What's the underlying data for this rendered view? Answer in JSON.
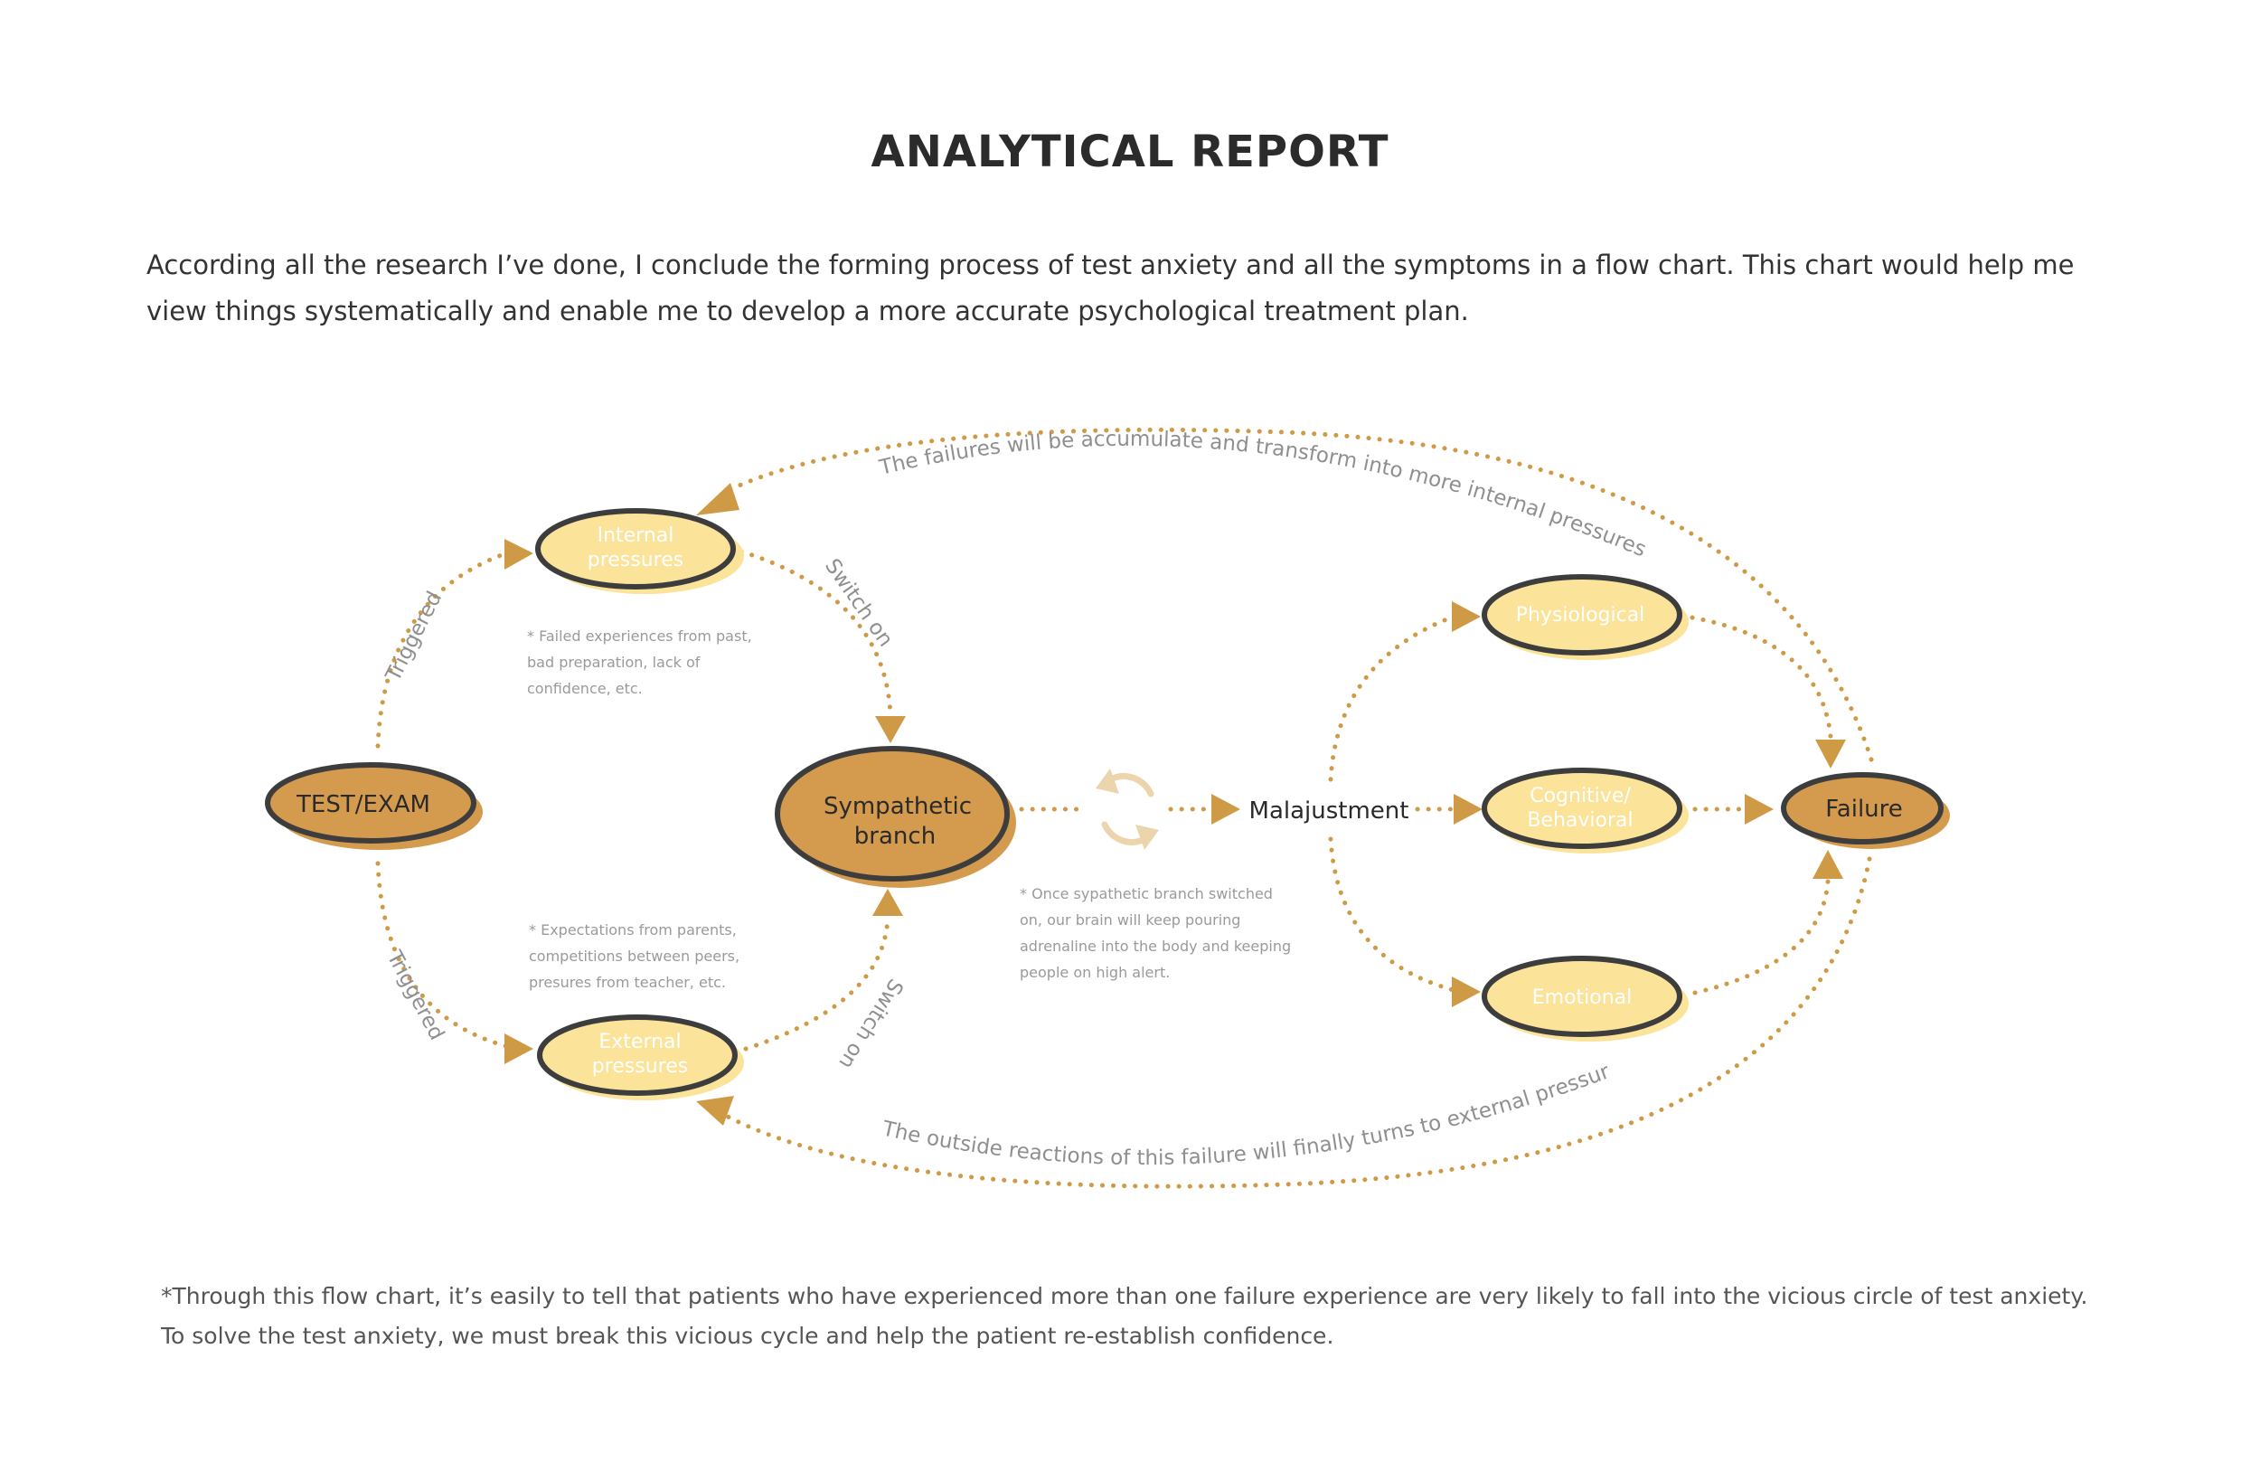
{
  "title": "ANALYTICAL REPORT",
  "intro": "According all the research I’ve done, I conclude the forming process of test anxiety and all the symptoms in a flow chart.  This chart would help me view things systematically and enable me to develop a more accurate psychological treatment plan.",
  "footer": "*Through this flow chart, it’s easily to tell that patients who have experienced more than one failure experience are very likely to fall into the vicious circle of test anxiety. To solve the test anxiety, we must break this vicious cycle and help the patient re-establish confidence.",
  "colors": {
    "dark_fill": "#d49b4f",
    "light_fill": "#fbe39a",
    "outline": "#3d3d3d",
    "dotted_line": "#cf9a45",
    "cycle_icon": "#ecd4ad"
  },
  "nodes": {
    "test_exam": "TEST/EXAM",
    "internal_1": "Internal",
    "internal_2": "pressures",
    "external_1": "External",
    "external_2": "pressures",
    "sympathetic_1": "Sympathetic",
    "sympathetic_2": "branch",
    "malajustment": "Malajustment",
    "physiological": "Physiological",
    "cognitive_1": "Cognitive/",
    "cognitive_2": "Behavioral",
    "emotional": "Emotional",
    "failure": "Failure"
  },
  "labels": {
    "triggered_top": "Triggered",
    "triggered_bottom": "Triggered",
    "switch_on_top": "Switch on",
    "switch_on_bottom": "Switch on",
    "top_arc": "The failures will be accumulate and transform into more internal pressures",
    "bottom_arc": "The outside reactions of this failure will finally turns to external pressure"
  },
  "notes": {
    "internal": [
      "* Failed experiences from past,",
      "bad preparation, lack of",
      "confidence, etc."
    ],
    "external": [
      "* Expectations from parents,",
      "competitions between peers,",
      "presures from teacher, etc."
    ],
    "sympathetic": [
      "* Once sypathetic branch switched",
      "on, our brain will keep pouring",
      "adrenaline into the body and keeping",
      "people on high alert."
    ]
  }
}
